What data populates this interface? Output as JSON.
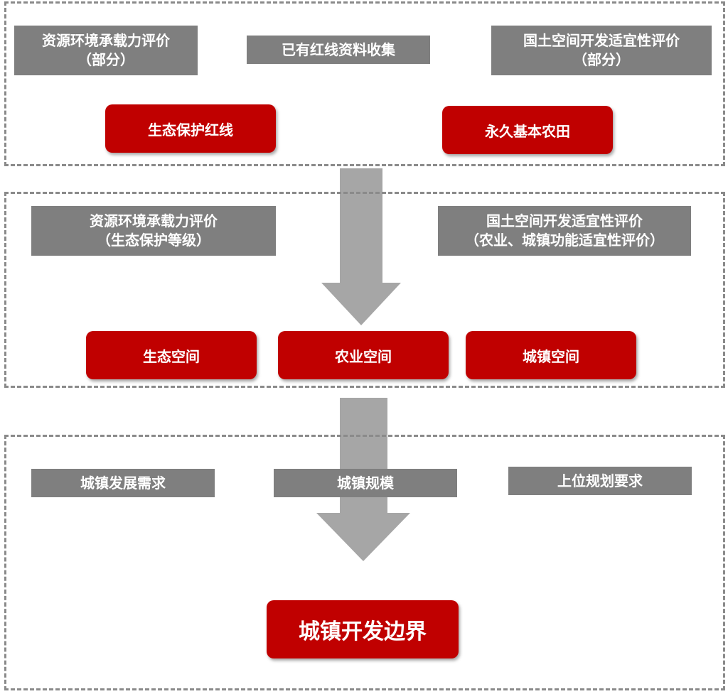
{
  "colors": {
    "red": "#c00000",
    "gray_box": "#7f7f7f",
    "arrow": "#a6a6a6",
    "dashed_border": "#8a8a8a"
  },
  "section1": {
    "box_resource": {
      "line1": "资源环境承载力评价",
      "line2": "（部分）"
    },
    "box_redline_collect": "已有红线资料收集",
    "box_land_suitability": {
      "line1": "国土空间开发适宜性评价",
      "line2": "（部分）"
    },
    "btn_eco_redline": "生态保护红线",
    "btn_farmland": "永久基本农田"
  },
  "section2": {
    "box_resource": {
      "line1": "资源环境承载力评价",
      "line2": "（生态保护等级）"
    },
    "box_land_suitability": {
      "line1": "国土空间开发适宜性评价",
      "line2": "（农业、城镇功能适宜性评价）"
    },
    "btn_eco_space": "生态空间",
    "btn_agri_space": "农业空间",
    "btn_town_space": "城镇空间"
  },
  "section3": {
    "box_town_demand": "城镇发展需求",
    "box_town_scale": "城镇规模",
    "box_upper_plan": "上位规划要求",
    "btn_town_boundary": "城镇开发边界"
  }
}
